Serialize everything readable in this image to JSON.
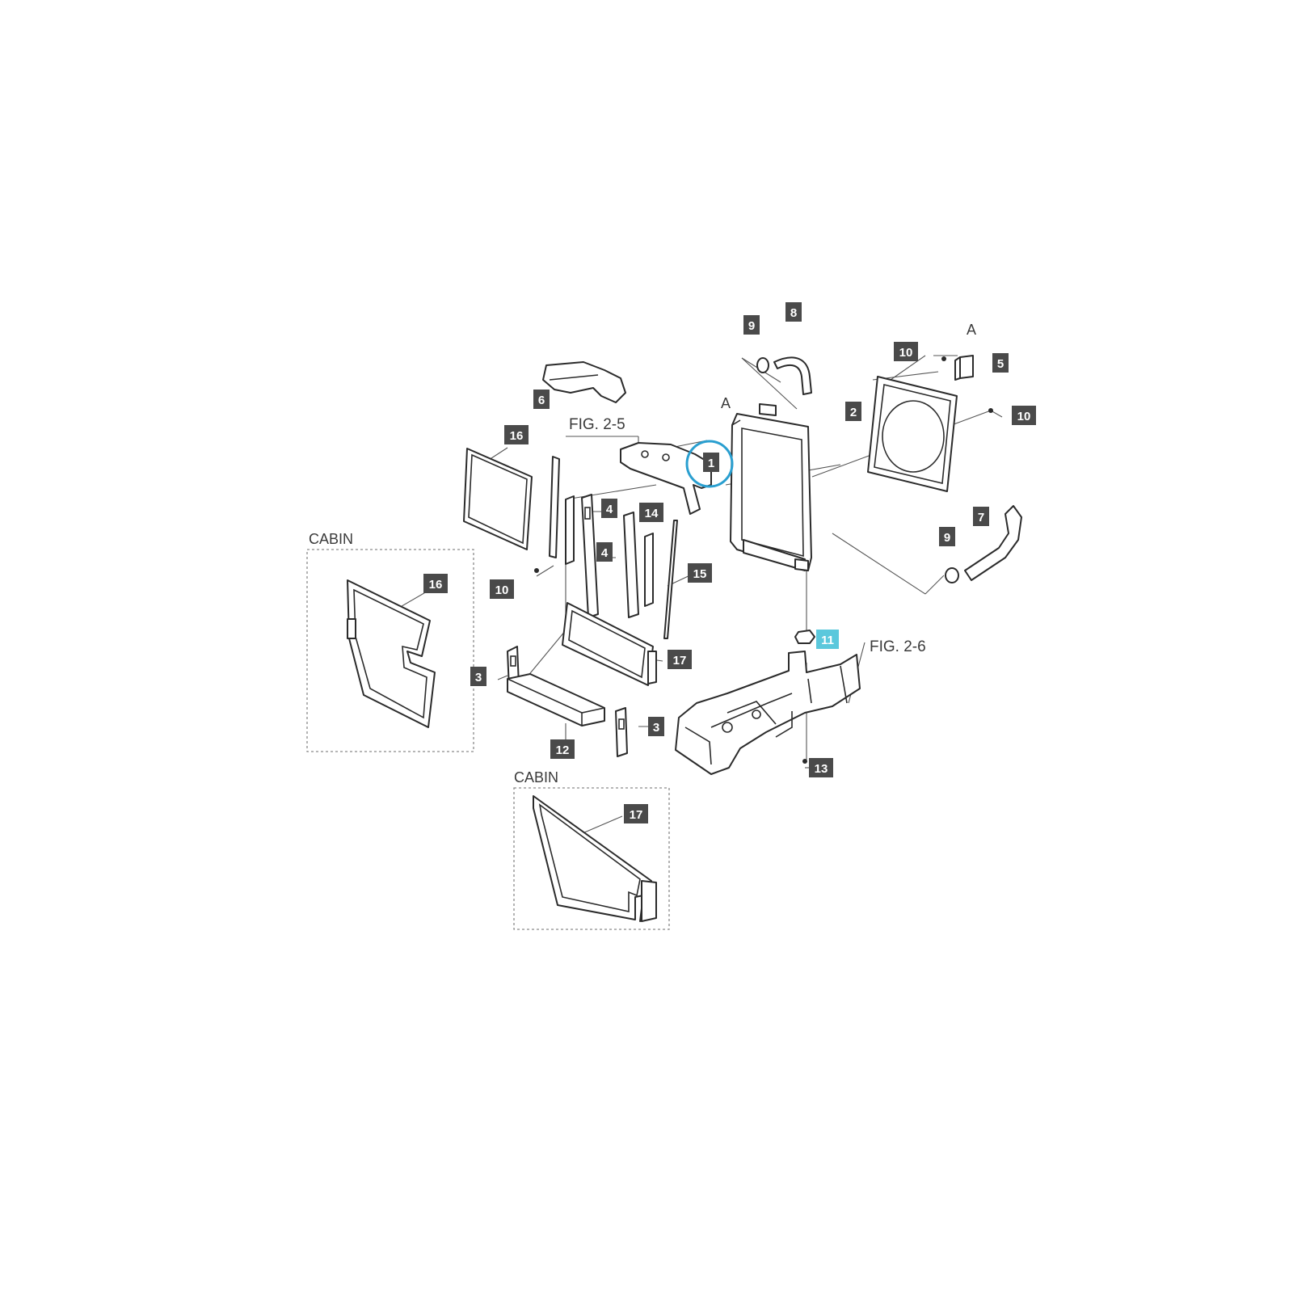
{
  "colors": {
    "callout": "#4a4a4a",
    "callout_highlight": "#5bc8dc",
    "highlight_ring": "#2a9fd0",
    "line": "#2b2b2b"
  },
  "figure_refs": {
    "fig_2_5": "FIG. 2-5",
    "fig_2_6": "FIG. 2-6"
  },
  "cabin_labels": {
    "left": "CABIN",
    "bottom": "CABIN"
  },
  "connection_markers": {
    "radiator": "A",
    "sensor": "A"
  },
  "callouts": {
    "p1": "1",
    "p2": "2",
    "p3_left": "3",
    "p3_right": "3",
    "p4_upper": "4",
    "p4_lower": "4",
    "p5": "5",
    "p6": "6",
    "p7": "7",
    "p8": "8",
    "p9_top": "9",
    "p9_right": "9",
    "p10_top": "10",
    "p10_right": "10",
    "p10_left": "10",
    "p11": "11",
    "p12": "12",
    "p13": "13",
    "p14": "14",
    "p15": "15",
    "p16_top": "16",
    "p16_cabin": "16",
    "p17_mid": "17",
    "p17_cabin": "17"
  },
  "highlighted_part": "1",
  "selected_part": "11"
}
